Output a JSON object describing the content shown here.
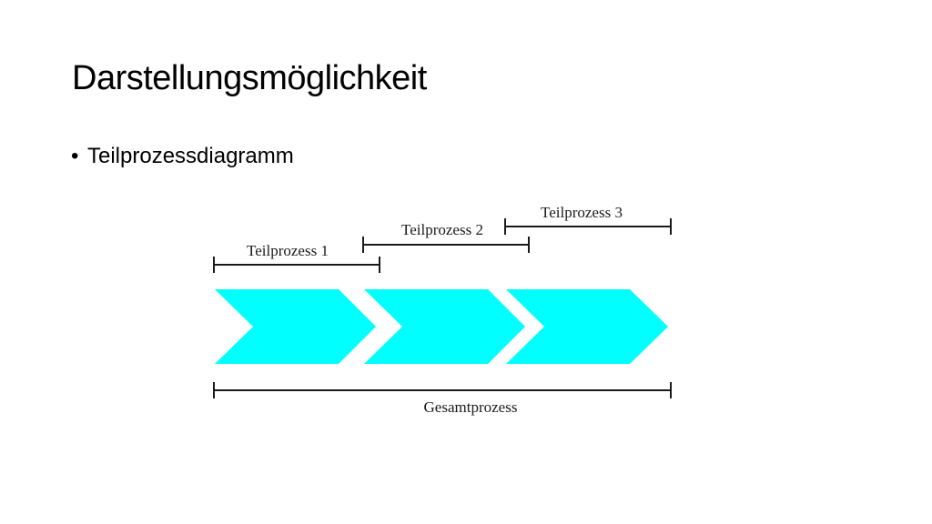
{
  "slide": {
    "title": "Darstellungsmöglichkeit",
    "bullets": [
      "Teilprozessdiagramm"
    ]
  },
  "diagram": {
    "chevron_color": "#00FFFF",
    "line_color": "#1A1A1A",
    "brackets": {
      "teilprozess_1": "Teilprozess 1",
      "teilprozess_2": "Teilprozess 2",
      "teilprozess_3": "Teilprozess 3",
      "gesamtprozess": "Gesamtprozess"
    }
  }
}
